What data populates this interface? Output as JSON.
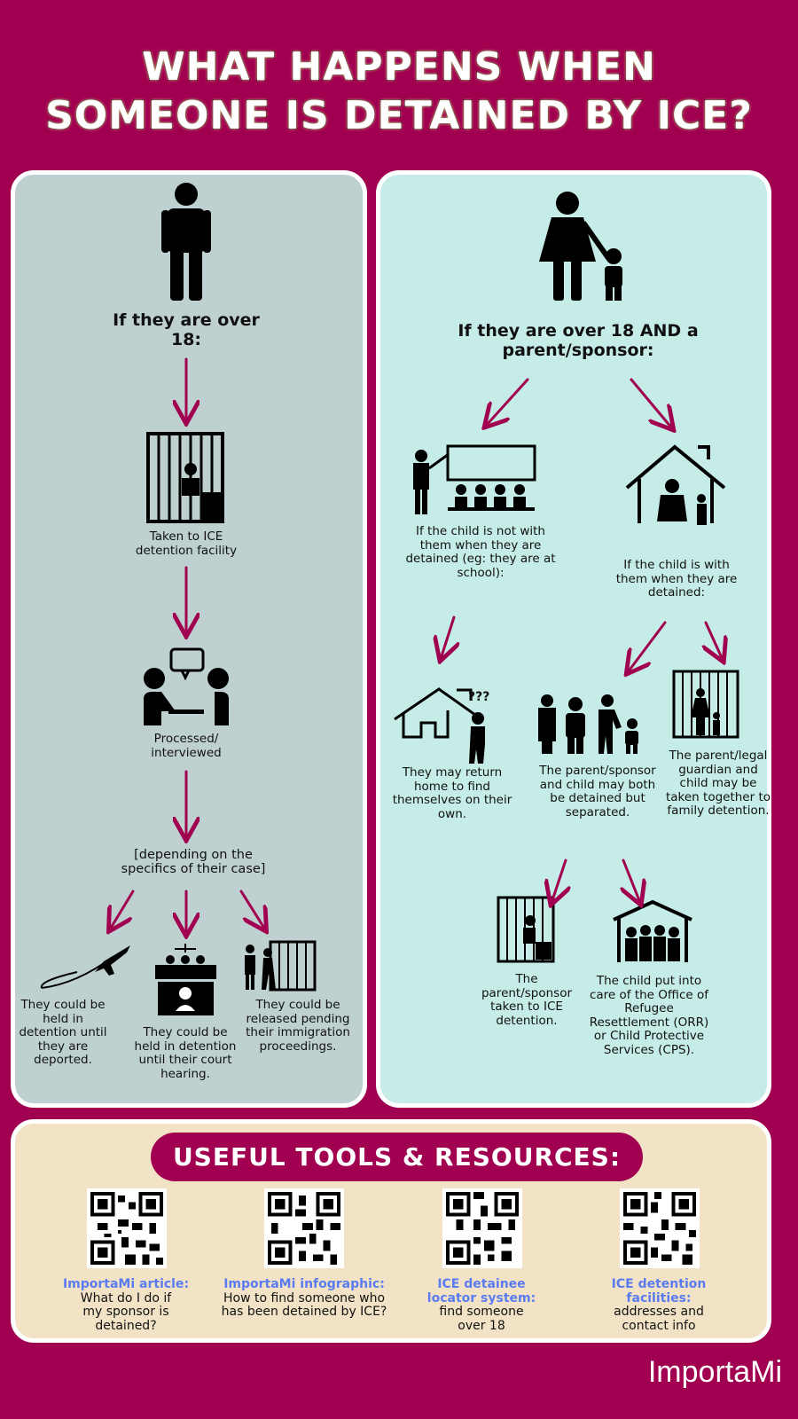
{
  "title": {
    "line1": "WHAT HAPPENS WHEN",
    "line2": "SOMEONE IS DETAINED BY ICE?"
  },
  "colors": {
    "background": "#A0004F",
    "left_panel": "#BFD0D0",
    "right_panel": "#C5ECE6",
    "resources_panel": "#F2E3C6",
    "arrow": "#A0004F",
    "link": "#5B7BF0"
  },
  "left": {
    "heading": "If they are over 18:",
    "step1": "Taken to ICE detention facility",
    "step2": "Processed/ interviewed",
    "step3": "[depending on the specifics of their case]",
    "outcomes": [
      "They could be held in detention until they are deported.",
      "They could be held in detention until their court hearing.",
      "They could be released pending their immigration proceedings."
    ]
  },
  "right": {
    "heading": "If they are over 18 AND a parent/sponsor:",
    "branch_not_with": "If the child is not with them when they are detained (eg: they are at school):",
    "branch_with": "If the child is with them when they are detained:",
    "question_marks": "???",
    "outcome_home": "They may return home to find themselves on their own.",
    "outcome_separated": "The parent/sponsor and child may both be detained but separated.",
    "outcome_family": "The parent/legal guardian and child may be taken together to family detention.",
    "outcome_parent": "The parent/sponsor taken to ICE detention.",
    "outcome_child": "The child put into care of the Office of Refugee Resettlement (ORR) or Child Protective Services (CPS)."
  },
  "resources": {
    "title": "USEFUL TOOLS & RESOURCES:",
    "items": [
      {
        "label": "ImportaMi article:",
        "desc": "What do I do if my sponsor is detained?"
      },
      {
        "label": "ImportaMi infographic:",
        "desc": "How to find someone who has been detained by ICE?"
      },
      {
        "label": "ICE detainee locator system:",
        "desc": "find someone over 18"
      },
      {
        "label": "ICE detention facilities:",
        "desc": "addresses and contact info"
      }
    ]
  },
  "logo": "ImportaMi"
}
